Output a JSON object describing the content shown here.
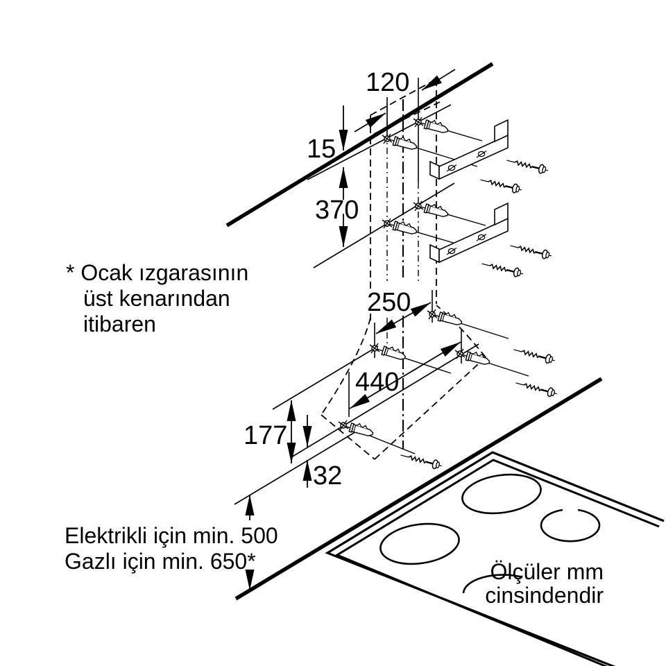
{
  "diagram": {
    "dimensions": {
      "hole_spacing_top": "120",
      "top_edge_offset": "15",
      "row_spacing": "370",
      "upper_pair_spacing": "250",
      "lower_pair_spacing": "440",
      "upper_holes_height": "177",
      "lower_holes_height": "32"
    },
    "notes": {
      "hob_line1": "* Ocak ızgarasının",
      "hob_line2": "üst kenarından",
      "hob_line3": "itibaren",
      "clearance_line1": "Elektrikli için min. 500",
      "clearance_line2": "Gazlı için min. 650*",
      "units_line1": "Ölçüler mm",
      "units_line2": "cinsindendir"
    },
    "colors": {
      "ink": "#000000",
      "background": "#ffffff"
    }
  }
}
